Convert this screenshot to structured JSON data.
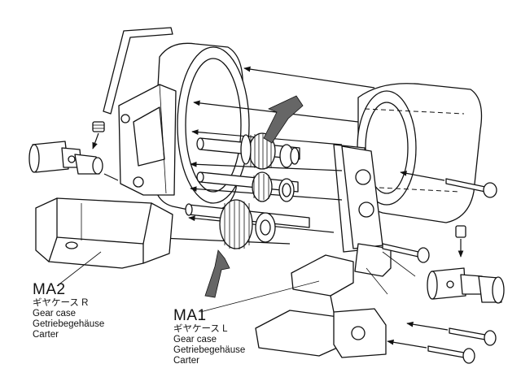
{
  "parts": {
    "ma2": {
      "code": "MA2",
      "japanese": "ギヤケース R",
      "english": "Gear case",
      "german": "Getriebegehäuse",
      "french": "Carter"
    },
    "ma1": {
      "code": "MA1",
      "japanese": "ギヤケース L",
      "english": "Gear case",
      "german": "Getriebegehäuse",
      "french": "Carter"
    }
  },
  "colors": {
    "line": "#111111",
    "background": "#ffffff",
    "arrow_fill": "#666666"
  },
  "icons": [
    "hex-wrench-icon",
    "grub-screw-icon",
    "universal-joint-icon",
    "hex-bolt-icon",
    "assembly-arrow-icon"
  ]
}
